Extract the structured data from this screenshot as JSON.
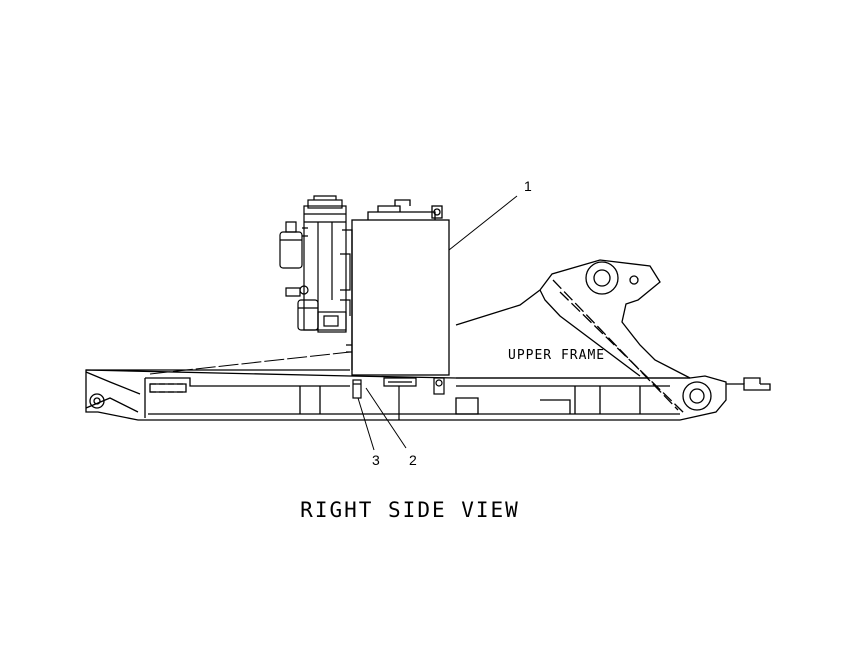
{
  "diagram": {
    "view_title": "RIGHT SIDE VIEW",
    "frame_label": "UPPER FRAME",
    "callouts": [
      {
        "id": "1",
        "label": "1"
      },
      {
        "id": "2",
        "label": "2"
      },
      {
        "id": "3",
        "label": "3"
      }
    ],
    "colors": {
      "line": "#000000",
      "background": "#ffffff"
    }
  }
}
